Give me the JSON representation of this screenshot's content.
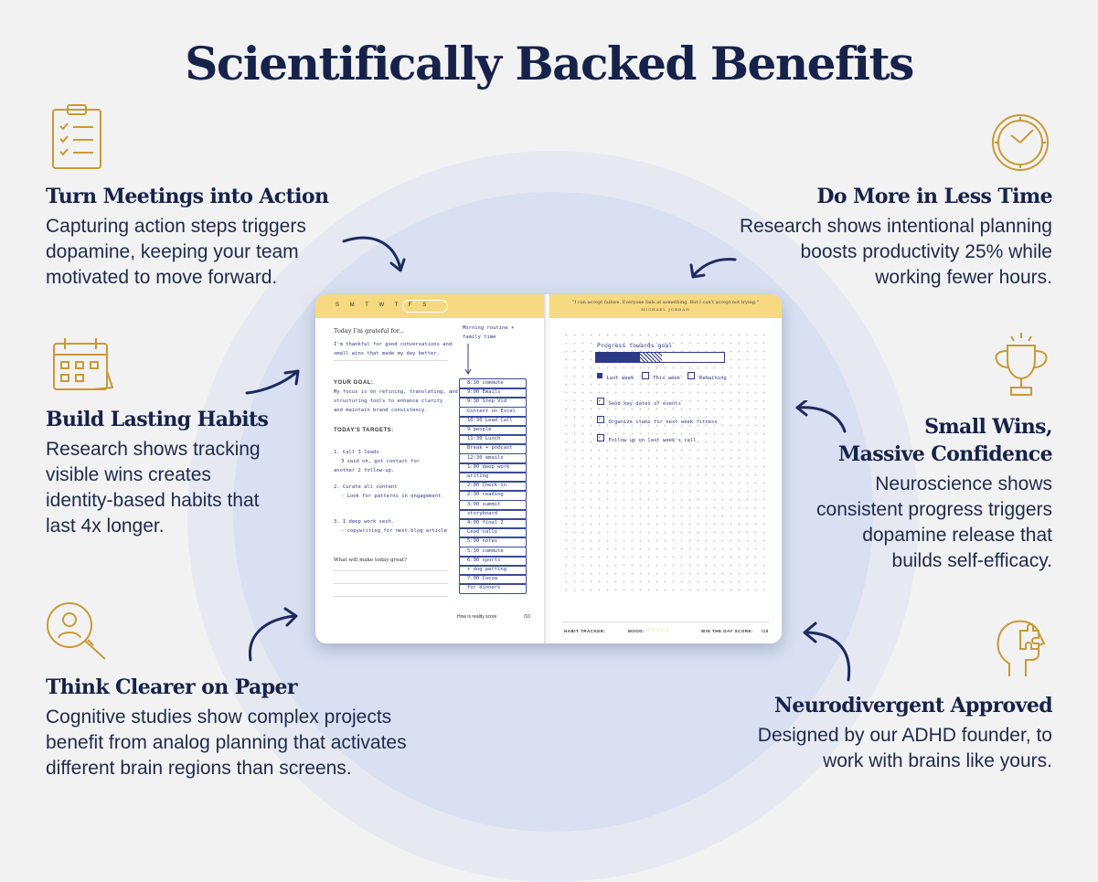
{
  "title": "Scientifically Backed Benefits",
  "benefits": [
    {
      "heading": "Turn Meetings into Action",
      "l1": "Capturing action steps triggers",
      "l2": "dopamine, keeping your team",
      "l3": "motivated to move forward."
    },
    {
      "heading": "Do More in Less Time",
      "l1": "Research shows intentional planning",
      "l2": "boosts productivity 25% while",
      "l3": "working fewer hours."
    },
    {
      "heading": "Build Lasting Habits",
      "l1": "Research shows tracking",
      "l2": "visible wins creates",
      "l3": "identity-based habits that",
      "l4": "last 4x longer."
    },
    {
      "heading1": "Small Wins,",
      "heading2": "Massive Confidence",
      "l1": "Neuroscience shows",
      "l2": "consistent progress triggers",
      "l3": "dopamine release that",
      "l4": "builds self-efficacy."
    },
    {
      "heading": "Think Clearer on Paper",
      "l1": "Cognitive studies show complex projects",
      "l2": "benefit from analog planning that activates",
      "l3": "different brain regions than screens."
    },
    {
      "heading": "Neurodivergent Approved",
      "l1": "Designed by our ADHD founder, to",
      "l2": "work with brains like yours."
    }
  ],
  "icons": [
    "clipboard-checklist-icon",
    "clock-icon",
    "calendar-icon",
    "trophy-icon",
    "magnifier-person-icon",
    "head-puzzle-icon"
  ],
  "planner": {
    "days": "S M T W T F S",
    "grateful": "Today I'm grateful for...",
    "grateful_text1": "I'm thankful for good conversations and",
    "grateful_text2": "small wins that made my day better.",
    "goal_label": "YOUR GOAL:",
    "goal_text1": "My focus is on refining, translating, and",
    "goal_text2": "structuring tools to enhance clarity",
    "goal_text3": "and maintain brand consistency.",
    "targets_label": "TODAY'S TARGETS:",
    "t1": "1. Call 3 leads",
    "t1b": "3 said ok, got contact for",
    "t1c": "another 2 follow-up.",
    "t2": "2. Curate all content",
    "t2b": "- Look for patterns in engagement",
    "t3": "3. 1 deep work sesh.",
    "t3b": "- copywriting for next blog article",
    "footer_q": "What will make today great?",
    "schedule_top": "Morning routine +",
    "schedule_top2": "family time",
    "schedule": [
      "8:30 commute",
      "9:00 Emails",
      "9:30 Step Vid",
      "Content on Excel",
      "10:30 Lead Call",
      "9 people",
      "11:30 Lunch",
      "Break + podcast",
      "12:30 emails",
      "1:00 deep work",
      "writing",
      "2:00 Check-in",
      "2:30 reading",
      "3:00 summit",
      "storyboard",
      "4:00 final 2",
      "Lead calls",
      "5:00 notes",
      "5:30 commute",
      "6:00 sports",
      "+ dog petting",
      "7:00 Cocoa",
      "for dinners"
    ],
    "day_score": "How is reality score",
    "quote": "\"I can accept failure. Everyone fails at something. But I can't accept not trying.\"",
    "quote_author": "MICHAEL JORDAN",
    "progress_title": "Progress towards goal",
    "legend": [
      "Last week",
      "This week",
      "Remaining"
    ],
    "checks": [
      "Send key dates of events",
      "Organize items for next week fitness",
      "Follow up on last week's call"
    ],
    "habit_tracker": "HABIT TRACKER:",
    "mood": "MOOD:",
    "win_score": "WIN THE DAY SCORE:",
    "score_den": "/10",
    "score_den_left": "/10"
  }
}
